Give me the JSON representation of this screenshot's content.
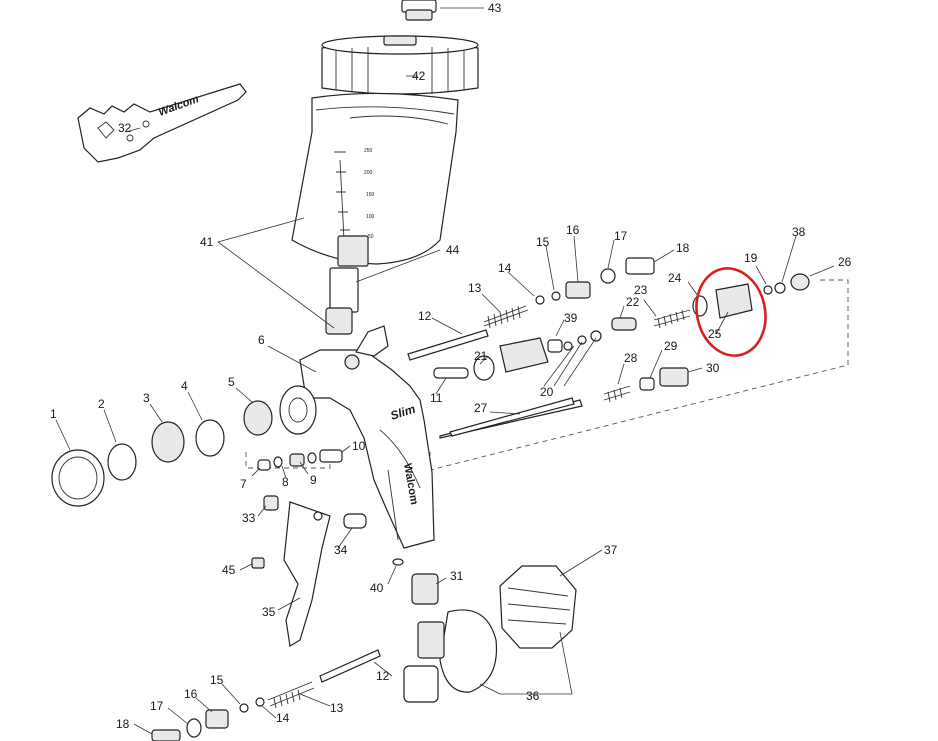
{
  "brand_text": "Walcom",
  "model_text": "Slim",
  "grip_brand_text": "Walcom",
  "cup_scale": [
    "250",
    "200",
    "150",
    "100",
    "50"
  ],
  "highlight_color": "#d9201f",
  "callouts": [
    {
      "id": "c1",
      "label": "1"
    },
    {
      "id": "c2",
      "label": "2"
    },
    {
      "id": "c3",
      "label": "3"
    },
    {
      "id": "c4",
      "label": "4"
    },
    {
      "id": "c5",
      "label": "5"
    },
    {
      "id": "c6",
      "label": "6"
    },
    {
      "id": "c7",
      "label": "7"
    },
    {
      "id": "c8",
      "label": "8"
    },
    {
      "id": "c9",
      "label": "9"
    },
    {
      "id": "c10",
      "label": "10"
    },
    {
      "id": "c11",
      "label": "11"
    },
    {
      "id": "c12a",
      "label": "12"
    },
    {
      "id": "c12b",
      "label": "12"
    },
    {
      "id": "c13a",
      "label": "13"
    },
    {
      "id": "c13b",
      "label": "13"
    },
    {
      "id": "c14a",
      "label": "14"
    },
    {
      "id": "c14b",
      "label": "14"
    },
    {
      "id": "c15a",
      "label": "15"
    },
    {
      "id": "c15b",
      "label": "15"
    },
    {
      "id": "c16a",
      "label": "16"
    },
    {
      "id": "c16b",
      "label": "16"
    },
    {
      "id": "c17a",
      "label": "17"
    },
    {
      "id": "c17b",
      "label": "17"
    },
    {
      "id": "c18a",
      "label": "18"
    },
    {
      "id": "c18b",
      "label": "18"
    },
    {
      "id": "c19",
      "label": "19"
    },
    {
      "id": "c20",
      "label": "20"
    },
    {
      "id": "c21",
      "label": "21"
    },
    {
      "id": "c22",
      "label": "22"
    },
    {
      "id": "c23",
      "label": "23"
    },
    {
      "id": "c24",
      "label": "24"
    },
    {
      "id": "c25",
      "label": "25"
    },
    {
      "id": "c26",
      "label": "26"
    },
    {
      "id": "c27",
      "label": "27"
    },
    {
      "id": "c28",
      "label": "28"
    },
    {
      "id": "c29",
      "label": "29"
    },
    {
      "id": "c30",
      "label": "30"
    },
    {
      "id": "c31",
      "label": "31"
    },
    {
      "id": "c32",
      "label": "32"
    },
    {
      "id": "c33",
      "label": "33"
    },
    {
      "id": "c34",
      "label": "34"
    },
    {
      "id": "c35",
      "label": "35"
    },
    {
      "id": "c36",
      "label": "36"
    },
    {
      "id": "c37",
      "label": "37"
    },
    {
      "id": "c38",
      "label": "38"
    },
    {
      "id": "c39",
      "label": "39"
    },
    {
      "id": "c40",
      "label": "40"
    },
    {
      "id": "c41",
      "label": "41"
    },
    {
      "id": "c42",
      "label": "42"
    },
    {
      "id": "c43",
      "label": "43"
    },
    {
      "id": "c44",
      "label": "44"
    },
    {
      "id": "c45",
      "label": "45"
    }
  ]
}
